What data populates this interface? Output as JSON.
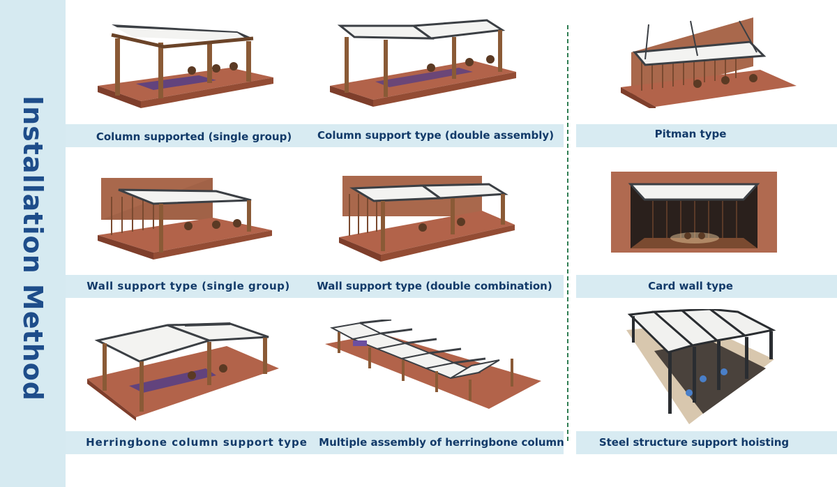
{
  "sidebar": {
    "title": "Installation Method"
  },
  "items": [
    {
      "label": "Column supported (single group)"
    },
    {
      "label": "Column support type (double assembly)"
    },
    {
      "label": "Pitman type"
    },
    {
      "label": "Wall support type (single group)"
    },
    {
      "label": "Wall support type (double combination)"
    },
    {
      "label": "Card wall type"
    },
    {
      "label": "Herringbone column support type"
    },
    {
      "label": "Multiple assembly of herringbone column"
    },
    {
      "label": "Steel structure support hoisting"
    }
  ],
  "colors": {
    "sidebar_bg": "#d6eaf1",
    "band_bg": "#d8ebf2",
    "title_text": "#1e4d8a",
    "label_text": "#123a69",
    "divider": "#2f7d52",
    "wood": "#8a5a36",
    "floor": "#b2634a",
    "canopy": "#f3f3f1",
    "frame_dark": "#3b3f44"
  }
}
